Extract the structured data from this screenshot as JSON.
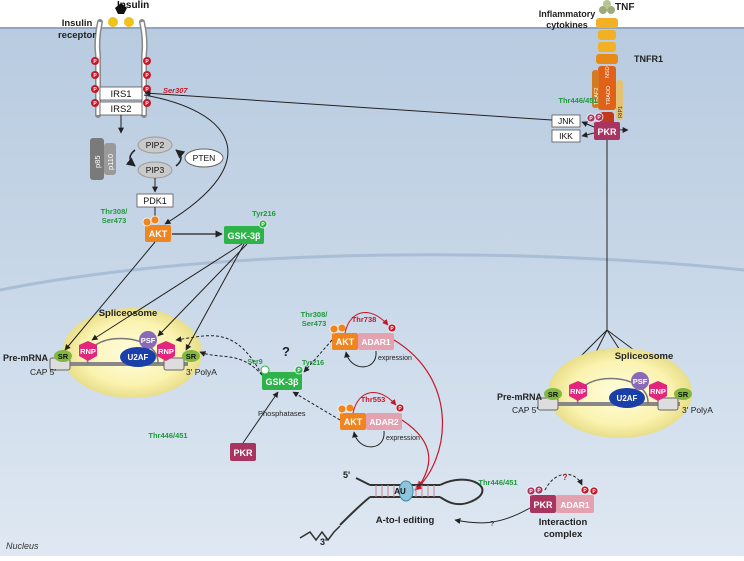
{
  "insulin": "Insulin",
  "insulin_receptor": [
    "Insulin",
    "receptor"
  ],
  "irs1": "IRS1",
  "irs2": "IRS2",
  "ser307": "Ser307",
  "pip2": "PIP2",
  "pip3": "PIP3",
  "pten": "PTEN",
  "p85": "p85",
  "p110": "p110",
  "pdk1": "PDK1",
  "akt": "AKT",
  "thr308_ser473": [
    "Thr308/",
    "Ser473"
  ],
  "gsk3b": "GSK-3β",
  "tyr216": "Tyr216",
  "tnf": "TNF",
  "inflammatory_cytokines": [
    "Inflammatory",
    "cytokines"
  ],
  "tnfr1": "TNFR1",
  "traf2": "TRAF2",
  "tradd": "TRADD",
  "nsd": "NSD",
  "rip1": "RIP1",
  "jnk": "JNK",
  "ikk": "IKK",
  "pkr": "PKR",
  "thr446_451": "Thr446/451",
  "phospho": "P",
  "spliceosome": "Spliceosome",
  "pre_mrna": "Pre-mRNA",
  "cap5": "CAP 5'",
  "polya": "3' PolyA",
  "sr": "SR",
  "rnp": "RNP",
  "psf": "PSF",
  "u2af": "U2AF",
  "adar1": "ADAR1",
  "adar2": "ADAR2",
  "thr738": "Thr738",
  "thr553": "Thr553",
  "ser9": "Ser9",
  "question": "?",
  "expression": "expression",
  "phosphatases": "Phosphatases",
  "a_to_i_editing": "A-to-I editing",
  "au": "AU",
  "five_prime": "5'",
  "three_prime": "3'",
  "interaction_complex": [
    "Interaction",
    "complex"
  ],
  "nucleus": "Nucleus",
  "colors": {
    "akt": "#f0841e",
    "gsk": "#2eb24a",
    "pkr": "#a8345f",
    "adar": "#e4a2b0",
    "phospho_red": "#c4182a",
    "green_text": "#1f9a3c",
    "u2af": "#1b3fa8",
    "rnp": "#e2267d",
    "psf": "#8a6ab8",
    "sr": "#82b841"
  }
}
